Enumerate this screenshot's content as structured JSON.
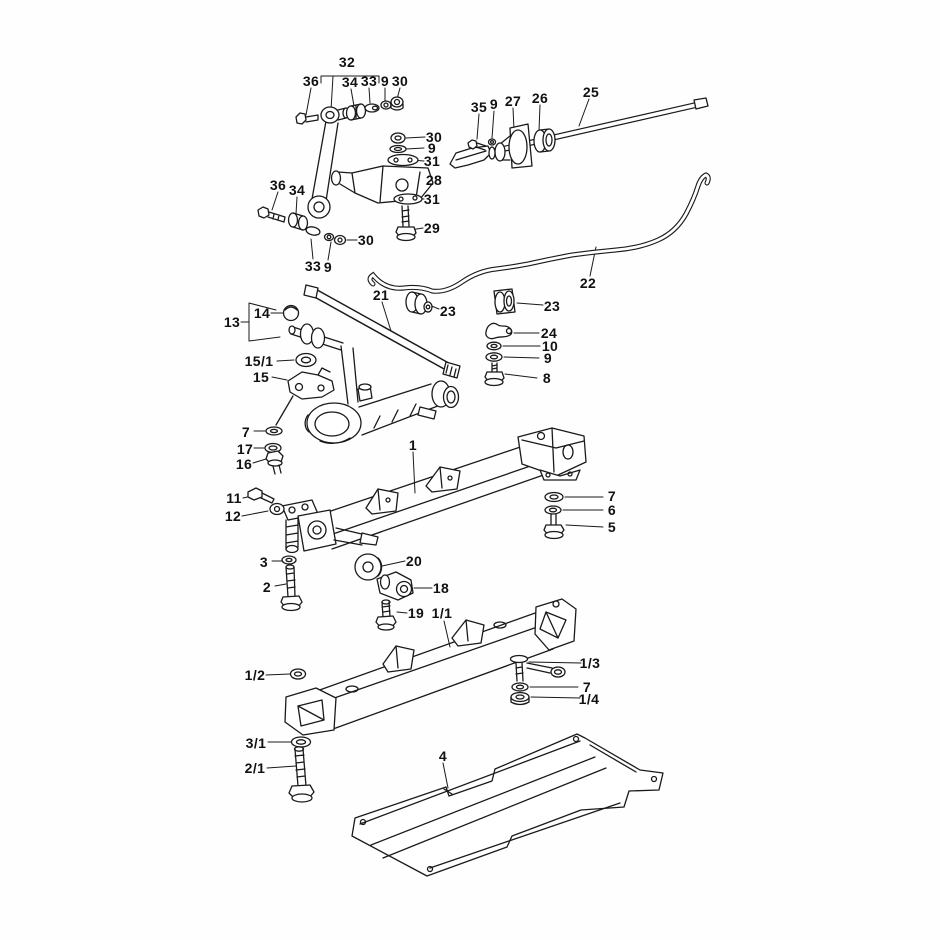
{
  "diagram": {
    "type": "exploded-parts-diagram",
    "background_color": "#fefefe",
    "line_color": "#1a1a1a",
    "part_labels": [
      "32",
      "36",
      "34",
      "33",
      "9",
      "30",
      "35",
      "9",
      "27",
      "26",
      "25",
      "30",
      "9",
      "31",
      "28",
      "31",
      "29",
      "36",
      "34",
      "30",
      "33",
      "9",
      "22",
      "21",
      "23",
      "23",
      "13",
      "14",
      "15/1",
      "15",
      "24",
      "10",
      "9",
      "8",
      "7",
      "17",
      "16",
      "1",
      "11",
      "12",
      "7",
      "6",
      "5",
      "3",
      "2",
      "20",
      "18",
      "19",
      "1/1",
      "1/2",
      "1/3",
      "7",
      "1/4",
      "3/1",
      "2/1",
      "4"
    ]
  }
}
